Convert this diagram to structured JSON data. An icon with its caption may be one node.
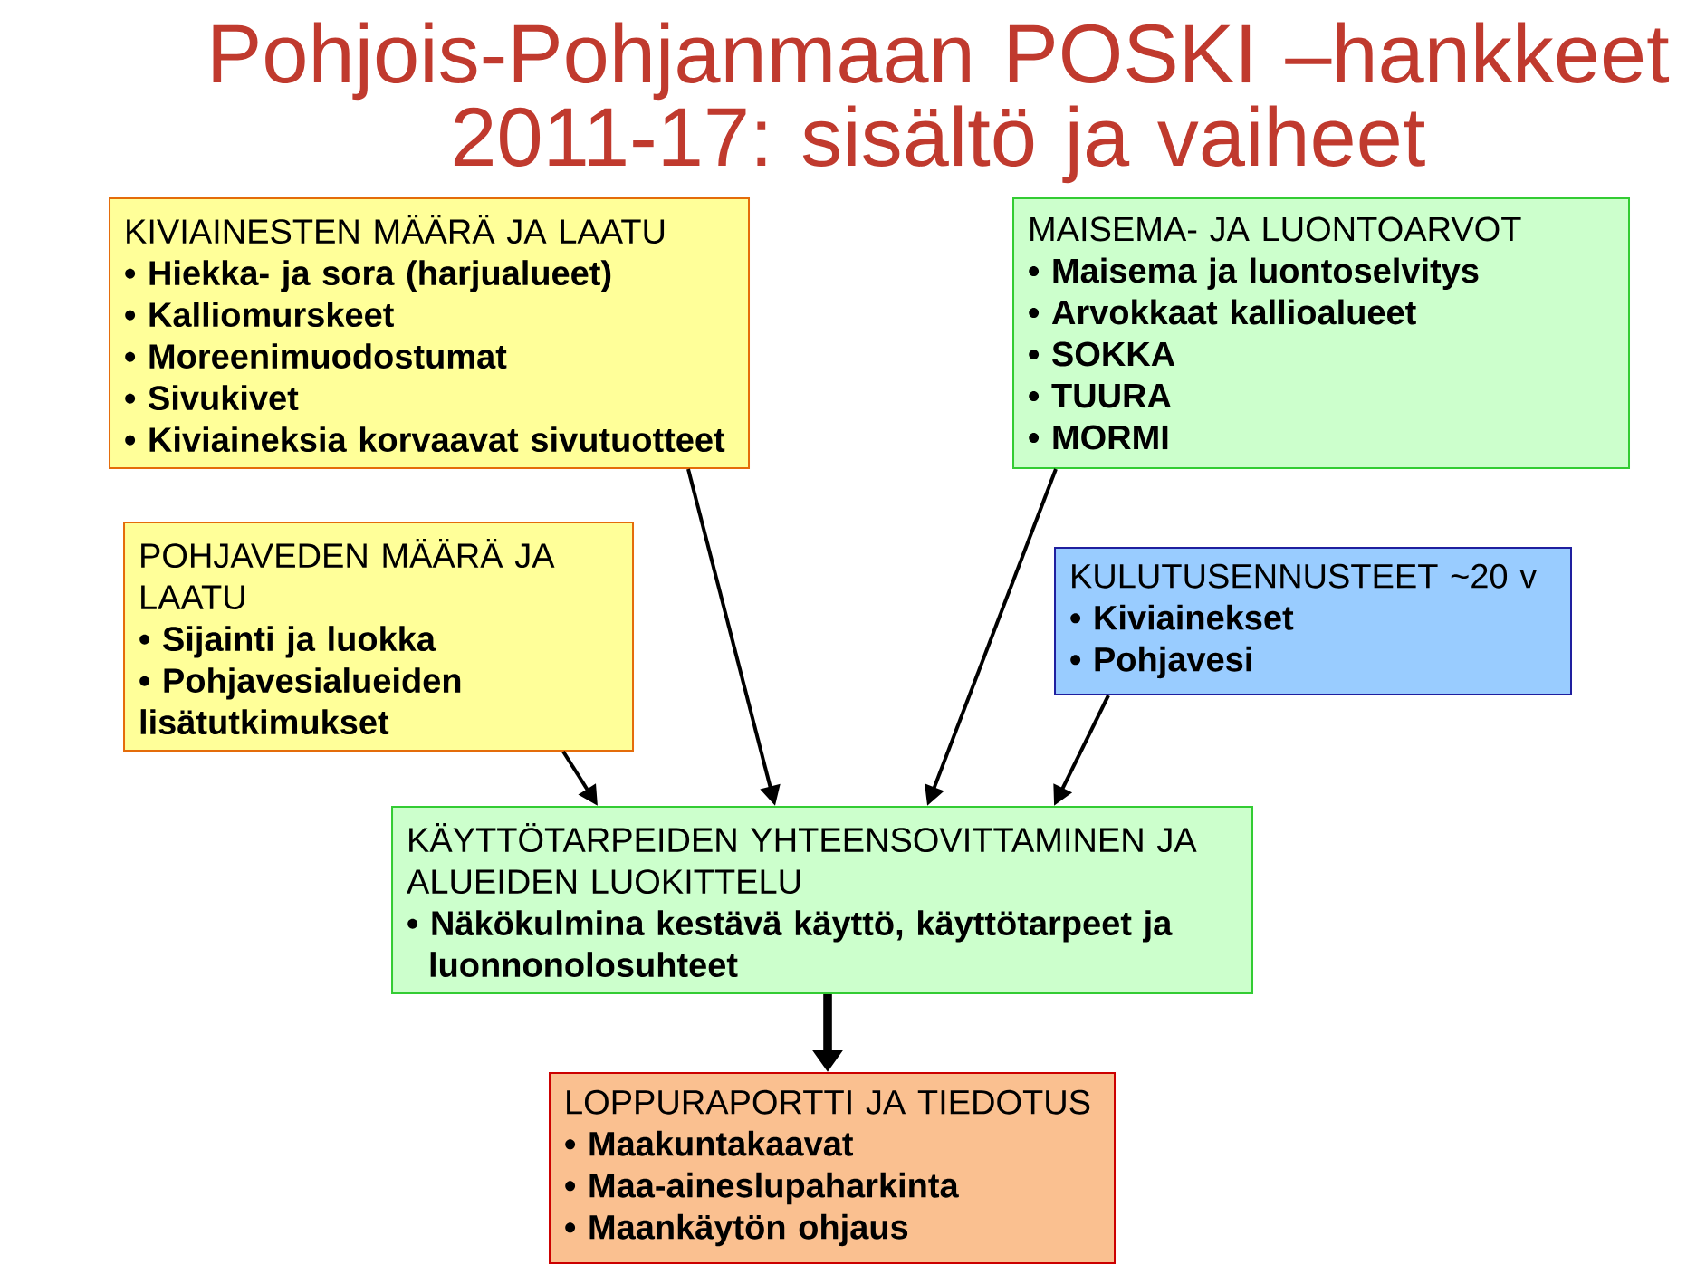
{
  "diagram": {
    "title": "Pohjois-Pohjanmaan POSKI –hankkeet 2011-17: sisältö ja vaiheet",
    "nodes": [
      {
        "text": [
          "KIVIAINESTEN MÄÄRÄ JA LAATU",
          "• Hiekka- ja sora (harjualueet)",
          "• Kalliomurskeet",
          "• Moreenimuodostumat",
          "• Sivukivet",
          "• Kiviaineksia korvaavat sivutuotteet"
        ]
      },
      {
        "text": [
          "MAISEMA- JA LUONTOARVOT",
          "• Maisema ja luontoselvitys",
          "• Arvokkaat kallioalueet",
          "• SOKKA",
          "• TUURA",
          "• MORMI"
        ]
      },
      {
        "text": [
          "POHJAVEDEN MÄÄRÄ JA LAATU",
          "• Sijainti ja luokka",
          "• Pohjavesialueiden lisätutkimukset"
        ]
      },
      {
        "text": [
          "KULUTUSENNUSTEET ~20 v",
          "• Kiviainekset",
          "• Pohjavesi"
        ]
      },
      {
        "text": [
          "KÄYTTÖTARPEIDEN YHTEENSOVITTAMINEN JA ALUEIDEN LUOKITTELU",
          "• Näkökulmina kestävä käyttö, käyttötarpeet ja luonnonolosuhteet"
        ]
      },
      {
        "text": [
          "LOPPURAPORTTI JA TIEDOTUS",
          "• Maakuntakaavat",
          "• Maa-aineslupaharkinta",
          "• Maankäytön ohjaus"
        ]
      }
    ],
    "edges": [
      {
        "from": 0,
        "to": 4,
        "arrow": "to"
      },
      {
        "from": 1,
        "to": 4,
        "arrow": "to"
      },
      {
        "from": 2,
        "to": 4,
        "arrow": "to"
      },
      {
        "from": 3,
        "to": 4,
        "arrow": "to"
      },
      {
        "from": 4,
        "to": 5,
        "arrow": "to",
        "style": "thick"
      }
    ]
  }
}
